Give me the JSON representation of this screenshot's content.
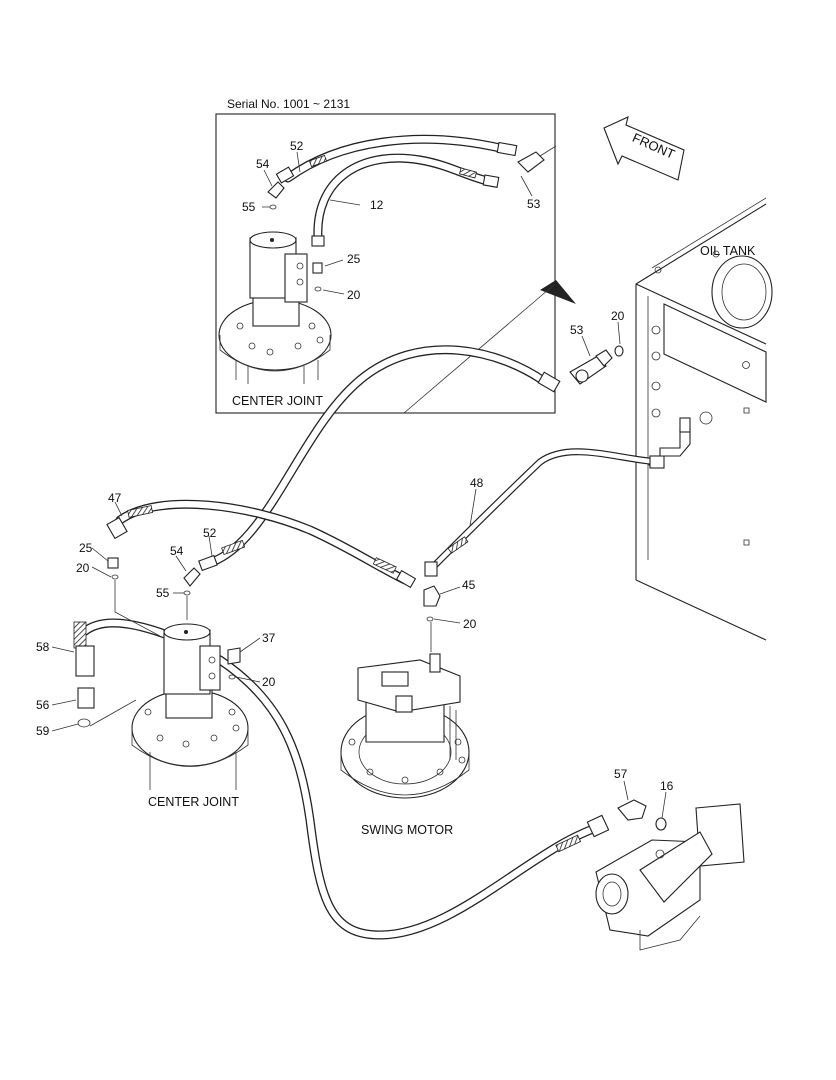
{
  "inset": {
    "serial_caption": "Serial No. 1001 ~ 2131",
    "part_caption": "CENTER JOINT",
    "callouts": [
      "52",
      "54",
      "55",
      "12",
      "53",
      "25",
      "20"
    ]
  },
  "main": {
    "captions": {
      "front": "FRONT",
      "oil_tank": "OIL TANK",
      "center_joint": "CENTER JOINT",
      "swing_motor": "SWING MOTOR"
    },
    "callouts": [
      "53",
      "20",
      "47",
      "52",
      "25",
      "20",
      "54",
      "55",
      "58",
      "56",
      "59",
      "37",
      "20",
      "48",
      "45",
      "20",
      "57",
      "16"
    ]
  }
}
